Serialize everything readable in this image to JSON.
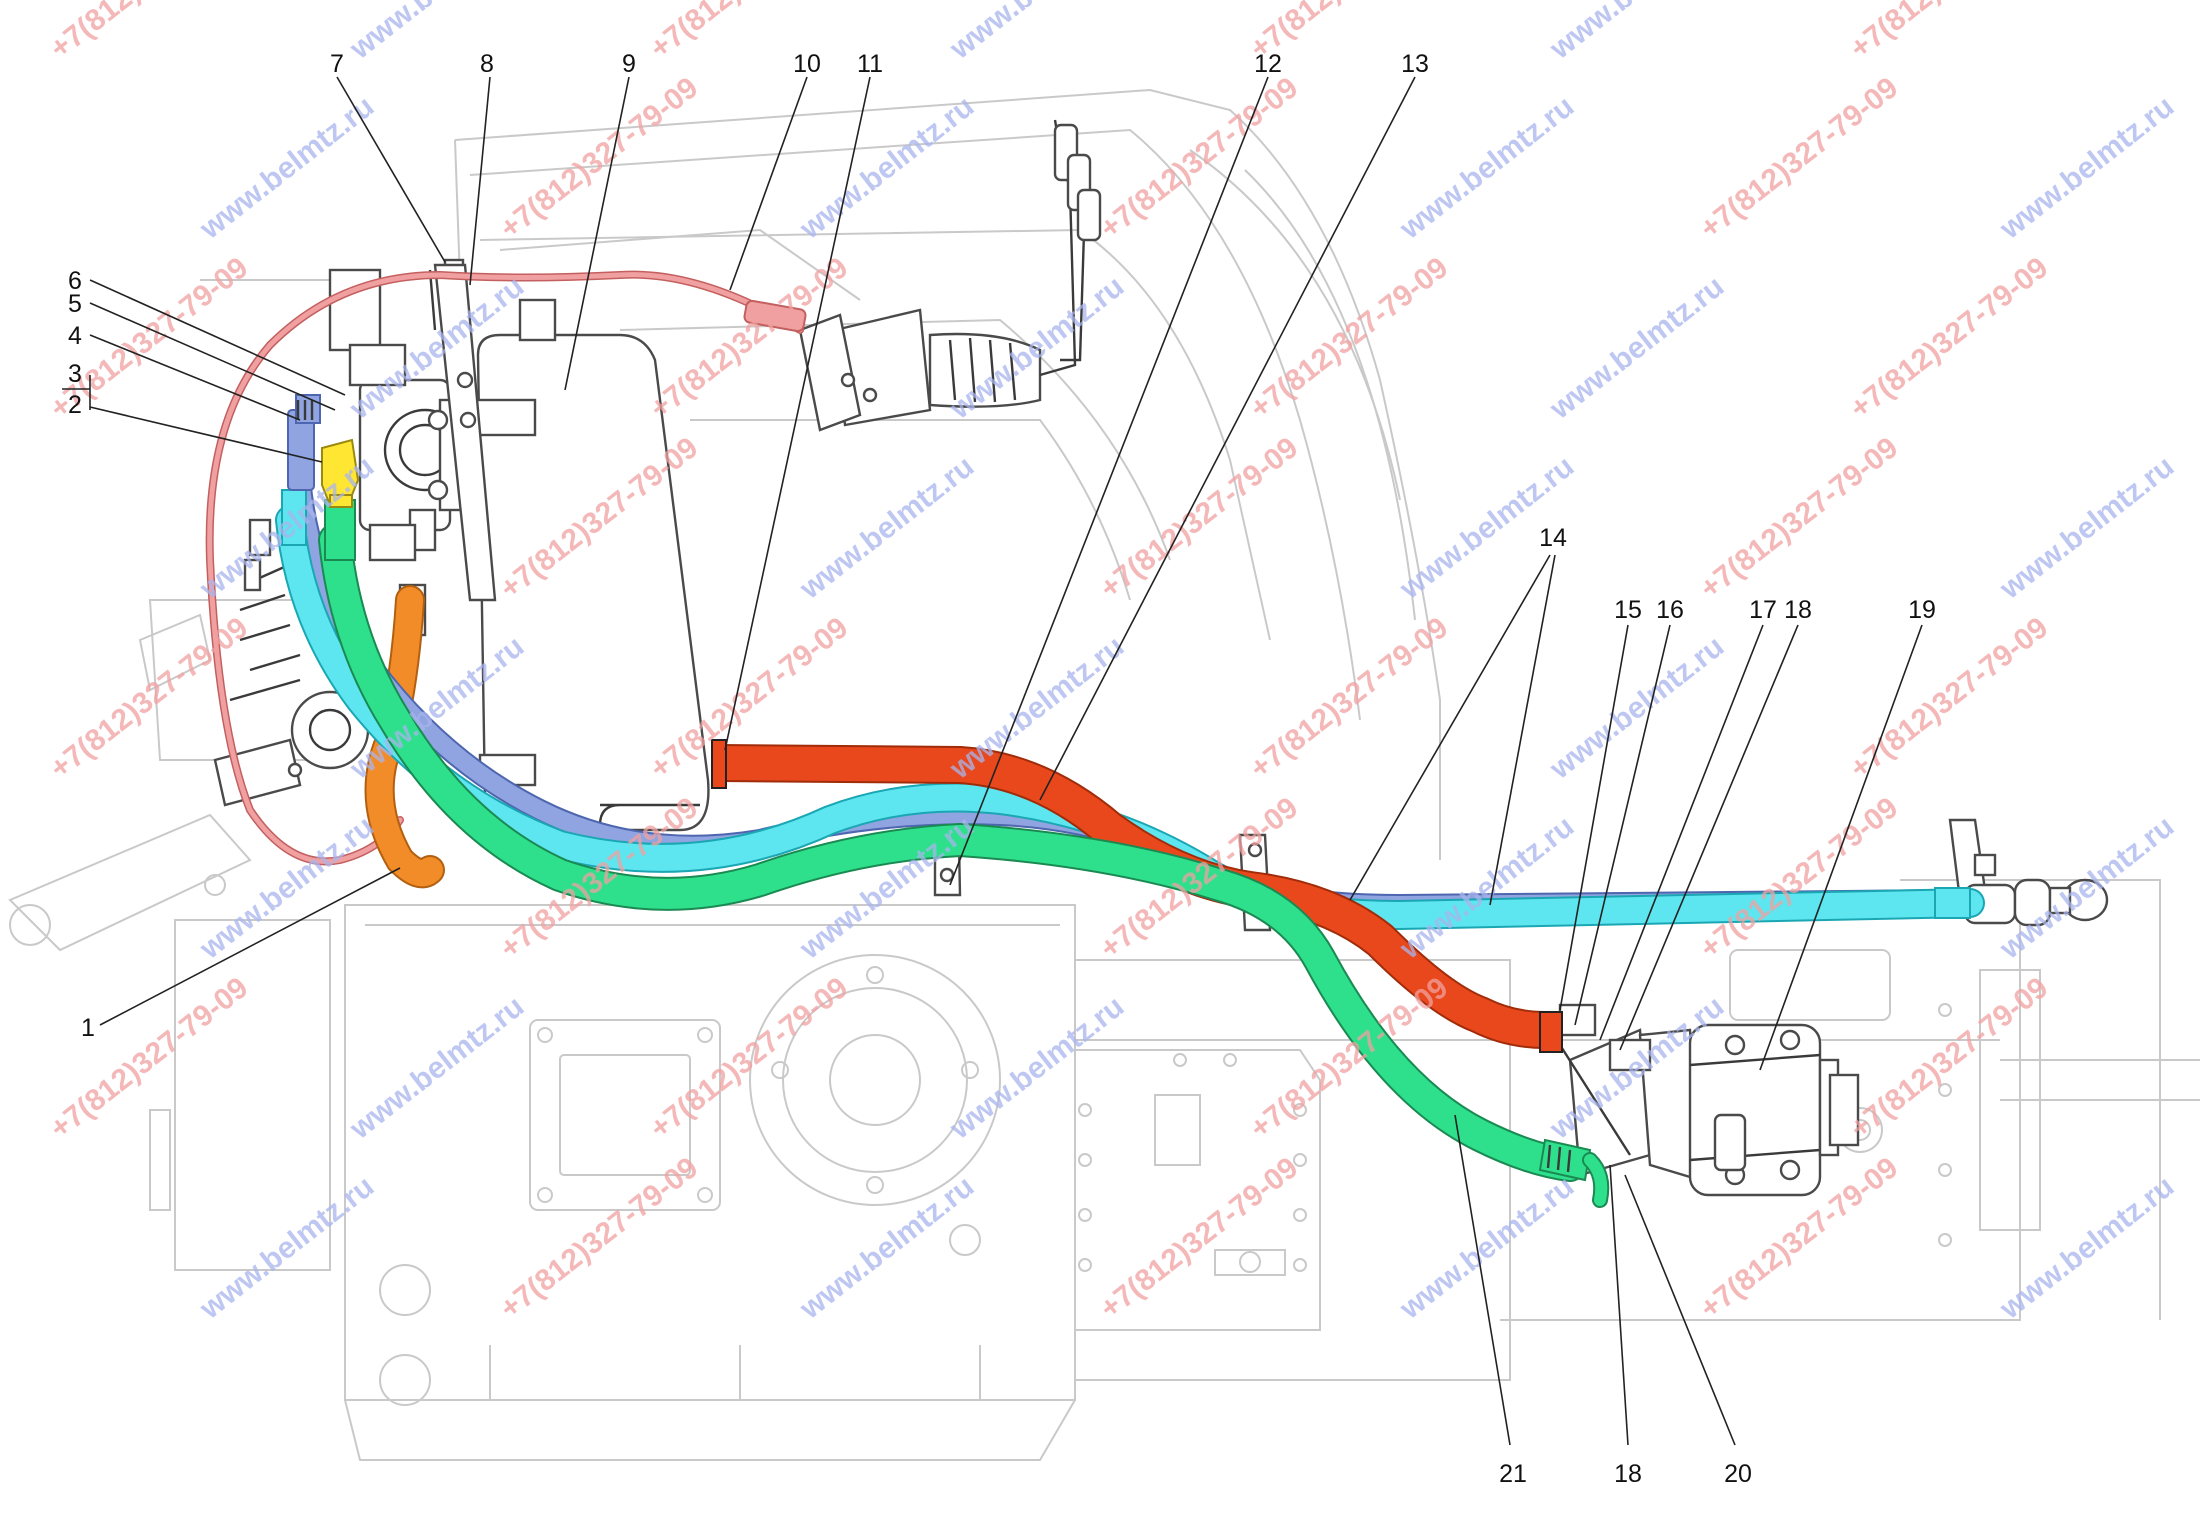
{
  "diagram": {
    "callouts": [
      "1",
      "2",
      "3",
      "4",
      "5",
      "6",
      "7",
      "8",
      "9",
      "10",
      "11",
      "12",
      "13",
      "14",
      "15",
      "16",
      "17",
      "18",
      "19",
      "18",
      "20",
      "21"
    ],
    "watermarks": {
      "phone": "+7(812)327-79-09",
      "site": "www.belmtz.ru"
    },
    "colors": {
      "pressure_red": "#e8481b",
      "green_hose": "#2ee08c",
      "green_outline": "#1a8a52",
      "cyan_hose": "#5ee6f0",
      "blue_hose": "#8fa4e0",
      "orange_hose": "#f28c28",
      "pink_cable": "#e88a8a",
      "yellow_fitting": "#ffe632",
      "watermark_red": "#f0a0a0",
      "watermark_blue": "#a8b4ec"
    }
  }
}
